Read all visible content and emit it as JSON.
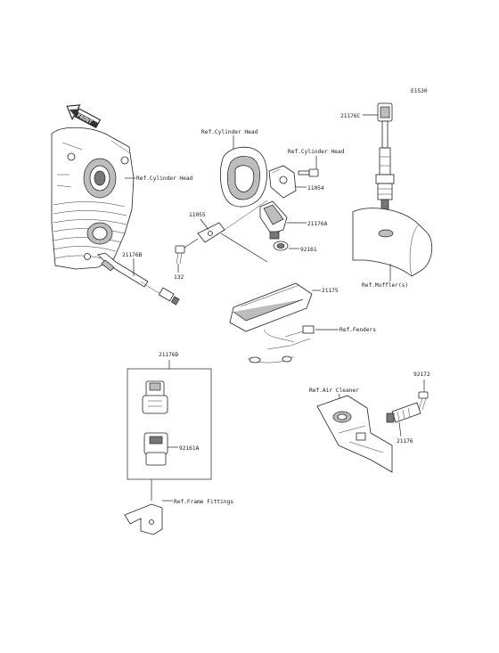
{
  "diagram_id": "E1530",
  "front_marker": "FRONT",
  "labels": {
    "ref_cyl_head_left": "Ref.Cylinder Head",
    "ref_cyl_head_top": "Ref.Cylinder Head",
    "ref_cyl_head_right": "Ref.Cylinder Head",
    "p21176c": "21176C",
    "p11054": "11054",
    "p11055": "11055",
    "p21176a": "21176A",
    "p92161": "92161",
    "p21176b": "21176B",
    "p132": "132",
    "ref_mufflers": "Ref.Muffler(s)",
    "p21175": "21175",
    "ref_fenders": "Ref.Fenders",
    "p21176d": "21176D",
    "p92161a": "92161A",
    "ref_frame_fittings": "Ref.Frame Fittings",
    "p92172": "92172",
    "ref_air_cleaner": "Ref.Air Cleaner",
    "p21176": "21176"
  }
}
